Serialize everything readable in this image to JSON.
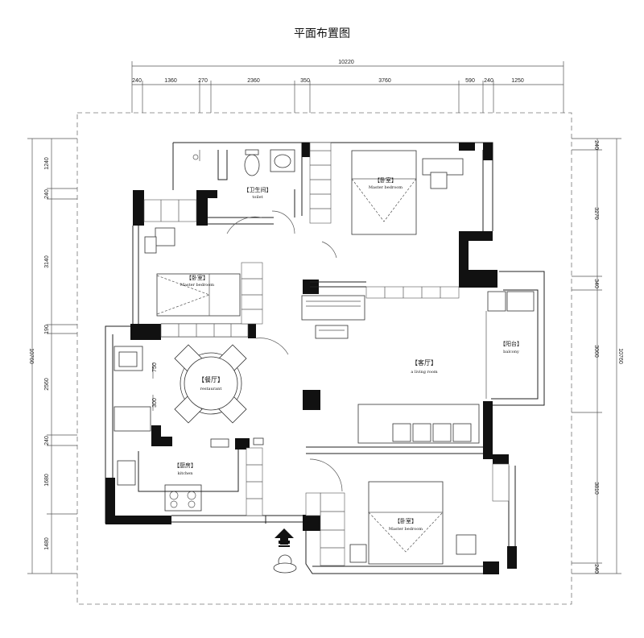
{
  "title": "平面布置图",
  "dims_top": {
    "total": "10220",
    "segments": [
      "240",
      "1360",
      "270",
      "2360",
      "350",
      "3760",
      "590",
      "240",
      "1250"
    ]
  },
  "dims_left": {
    "total": "10760",
    "segments": [
      "1240",
      "240",
      "3140",
      "190",
      "2560",
      "240",
      "1680",
      "1480"
    ]
  },
  "dims_right": {
    "total": "10760",
    "segments": [
      "240",
      "3270",
      "340",
      "3060",
      "3810",
      "240"
    ]
  },
  "kitchen_small_dims": [
    "750",
    "300"
  ],
  "rooms": {
    "bathroom": {
      "cn": "【卫生间】",
      "en": "toilet"
    },
    "master_bedroom_top": {
      "cn": "【卧室】",
      "en": "Master bedroom"
    },
    "bedroom_left": {
      "cn": "【卧室】",
      "en": "Master bedroom"
    },
    "dining": {
      "cn": "【餐厅】",
      "en": "restaurant"
    },
    "living": {
      "cn": "【客厅】",
      "en": "a living room"
    },
    "balcony": {
      "cn": "【阳台】",
      "en": "balcony"
    },
    "kitchen": {
      "cn": "【厨房】",
      "en": "kitchen"
    },
    "bedroom_bottom": {
      "cn": "【卧室】",
      "en": "Master bedroom"
    }
  },
  "colors": {
    "wall": "#111111",
    "line": "#222222",
    "dashed_border": "#777777"
  }
}
